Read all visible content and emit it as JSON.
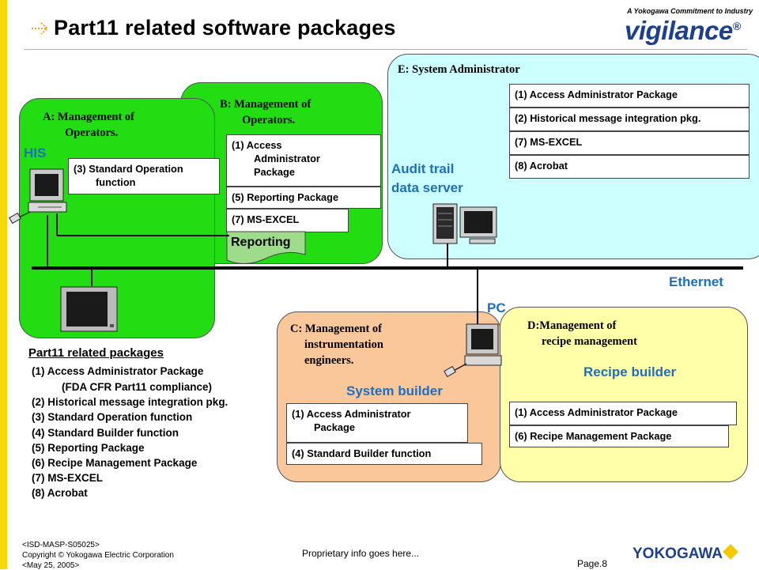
{
  "title": "Part11 related software packages",
  "logo": {
    "tagline": "A Yokogawa Commitment to Industry",
    "name": "vigilance",
    "reg": "®"
  },
  "regions": {
    "a": {
      "label_line1": "A: Management of",
      "label_line2": "Operators."
    },
    "b": {
      "label_line1": "B: Management of",
      "label_line2": "Operators."
    },
    "e": {
      "label": "E: System Administrator"
    },
    "c": {
      "label_line1": "C: Management of",
      "label_line2": "instrumentation",
      "label_line3": "engineers."
    },
    "d": {
      "label_line1": "D:Management of",
      "label_line2": "recipe management"
    }
  },
  "devices": {
    "his": "HIS",
    "audit_line1": "Audit trail",
    "audit_line2": "data server",
    "pc": "PC",
    "ethernet": "Ethernet",
    "system_builder": "System builder",
    "recipe_builder": "Recipe builder"
  },
  "boxes": {
    "a_std_op_line1": "(3) Standard Operation",
    "a_std_op_line2": "function",
    "b_access_line1": "(1) Access",
    "b_access_line2": "Administrator",
    "b_access_line3": "Package",
    "b_reporting": "(5) Reporting Package",
    "b_msexcel": "(7) MS-EXCEL",
    "b_reporting_doc": "Reporting",
    "e_items": [
      "(1) Access Administrator Package",
      "(2) Historical message integration pkg.",
      "(7) MS-EXCEL",
      "(8) Acrobat"
    ],
    "c_access_line1": "(1) Access Administrator",
    "c_access_line2": "Package",
    "c_builder": "(4) Standard Builder function",
    "d_access": "(1) Access Administrator Package",
    "d_recipe": "(6) Recipe Management Package"
  },
  "packages": {
    "title": "Part11 related packages",
    "items": [
      "(1) Access Administrator Package",
      "(FDA CFR Part11 compliance)",
      "(2) Historical message integration pkg.",
      "(3)  Standard Operation function",
      "(4)  Standard Builder function",
      "(5) Reporting Package",
      "(6) Recipe Management Package",
      "(7) MS-EXCEL",
      "(8) Acrobat"
    ]
  },
  "footer": {
    "doc_id": "<ISD-MASP-S05025>",
    "copyright": "Copyright © Yokogawa Electric Corporation",
    "date": "<May 25, 2005>",
    "proprietary": "Proprietary info goes here...",
    "page": "Page.8",
    "brand": "YOKOGAWA"
  },
  "colors": {
    "green": "#22dd11",
    "cyan": "#ccffff",
    "peach": "#f9c79a",
    "yellow": "#ffffaa",
    "blue_text": "#1f6fbf",
    "accent_yellow": "#f5d90a"
  }
}
